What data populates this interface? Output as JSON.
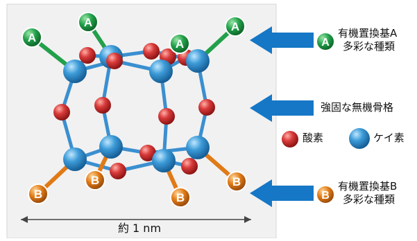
{
  "colors": {
    "panel_bg": "#f1f1f1",
    "panel_border": "#d6d6d6",
    "bond": "#3a8fd0",
    "silicon": "#3c9bd8",
    "oxygen": "#d83a3a",
    "group_a": "#22a04a",
    "group_b": "#e07a16",
    "arrow": "#1677c6"
  },
  "legend": {
    "group_a": {
      "badge": "A",
      "line1": "有機置換基A",
      "line2": "多彩な種類"
    },
    "framework": {
      "text": "強固な無機骨格"
    },
    "atoms": {
      "oxygen": "酸素",
      "silicon": "ケイ素"
    },
    "group_b": {
      "badge": "B",
      "line1": "有機置換基B",
      "line2": "多彩な種類"
    }
  },
  "scale": {
    "text": "約 1 nm"
  },
  "molecule": {
    "group_a_labels": [
      "A",
      "A",
      "A",
      "A"
    ],
    "group_b_labels": [
      "B",
      "B",
      "B",
      "B"
    ]
  }
}
